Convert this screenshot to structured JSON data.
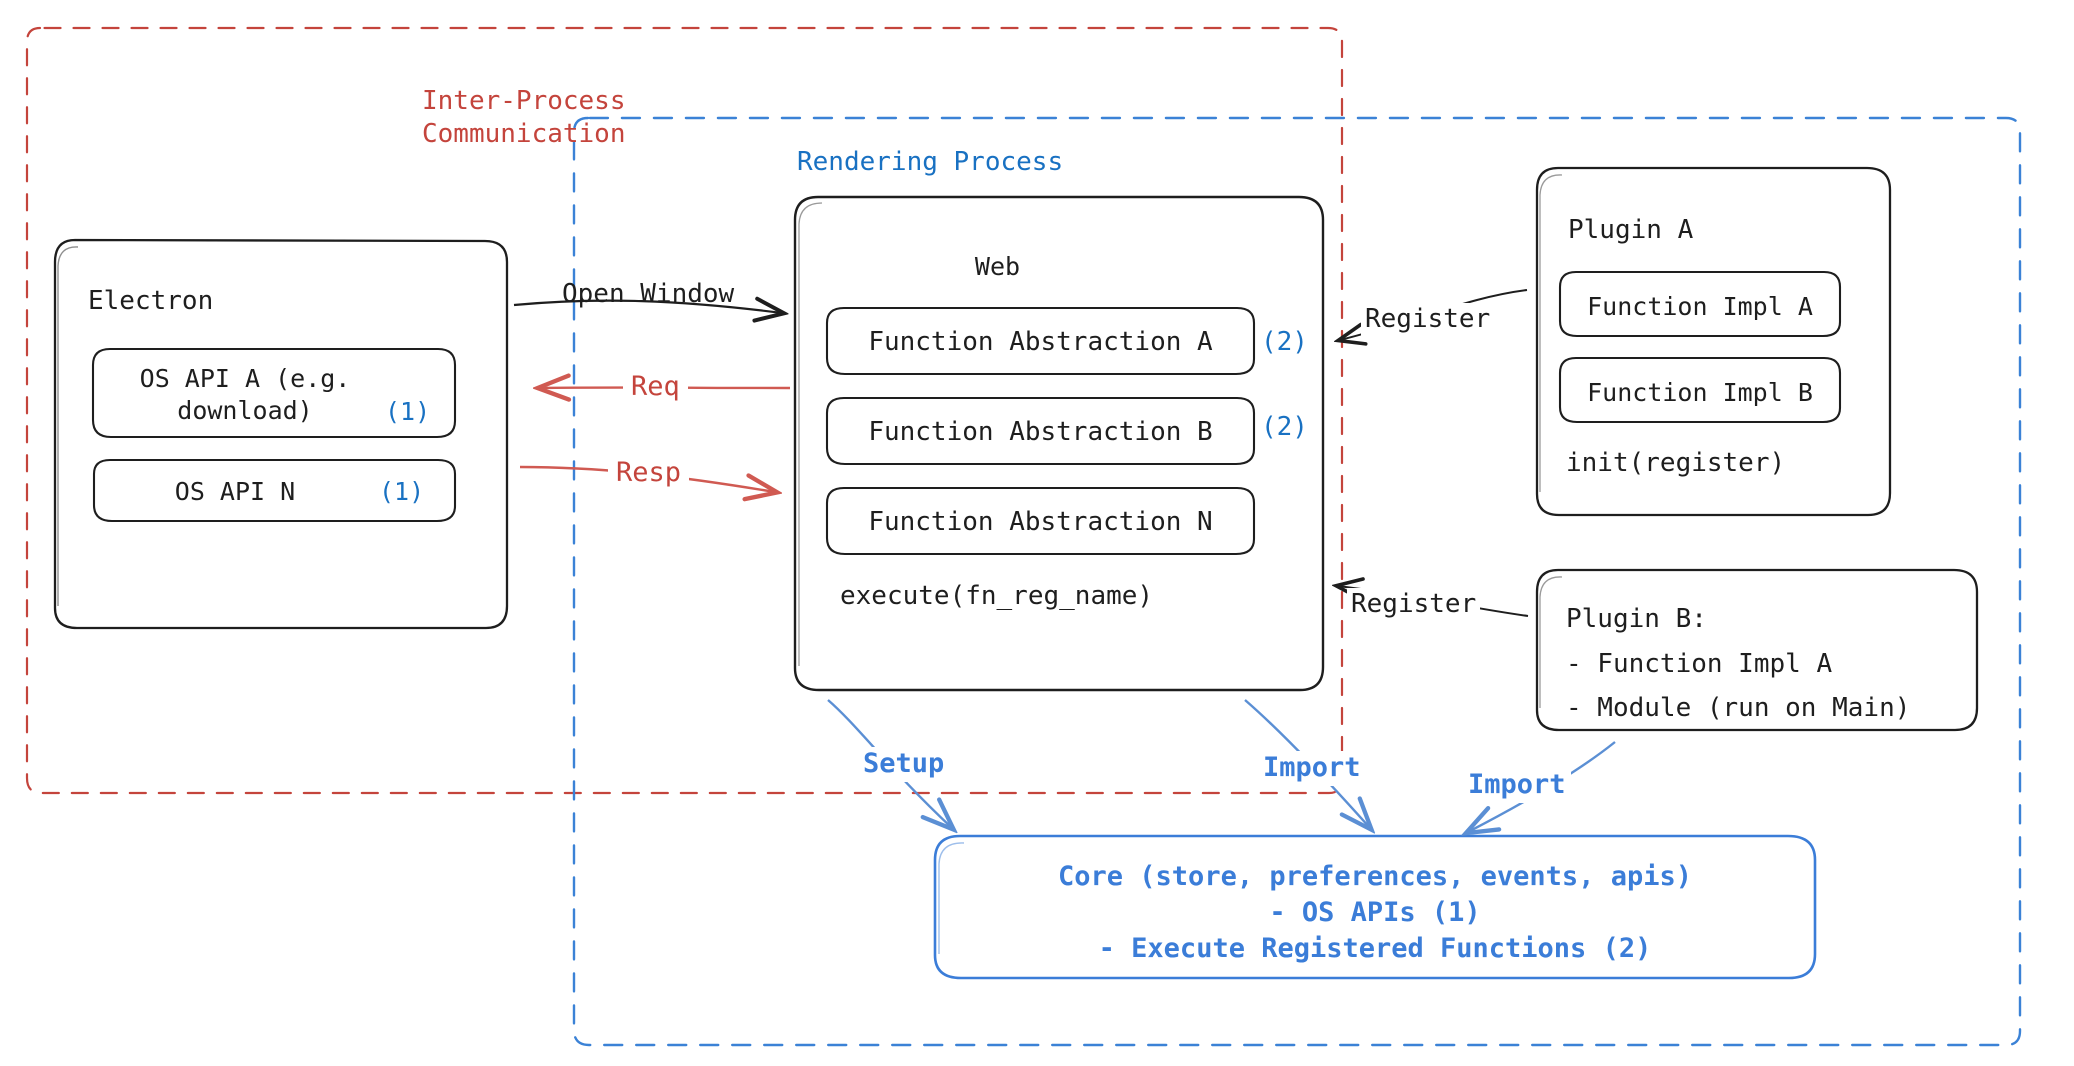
{
  "diagram": {
    "title": "Electron plugin architecture",
    "colors": {
      "ink": "#1e1e1e",
      "red": "#c4443c",
      "blue": "#1971c2",
      "core_blue": "#3b7dd8"
    },
    "groups": {
      "ipc": {
        "label": "Inter-Process\nCommunication",
        "style": "dashed",
        "color": "#c4443c"
      },
      "rendering": {
        "label": "Rendering Process",
        "style": "dashed",
        "color": "#1971c2"
      }
    },
    "electron": {
      "title": "Electron",
      "items": [
        {
          "label": "OS API A (e.g.\ndownload)",
          "marker": "(1)"
        },
        {
          "label": "OS API N",
          "marker": "(1)"
        }
      ]
    },
    "web": {
      "title": "Web",
      "items": [
        {
          "label": "Function Abstraction A",
          "marker": "(2)"
        },
        {
          "label": "Function Abstraction B",
          "marker": "(2)"
        },
        {
          "label": "Function Abstraction N",
          "marker": ""
        }
      ],
      "footer": "execute(fn_reg_name)"
    },
    "plugin_a": {
      "title": "Plugin A",
      "items": [
        {
          "label": "Function Impl A"
        },
        {
          "label": "Function Impl B"
        }
      ],
      "footer": "init(register)"
    },
    "plugin_b": {
      "title": "Plugin B:",
      "lines": [
        "- Function Impl A",
        "- Module (run on Main)"
      ]
    },
    "core": {
      "lines": [
        "Core (store, preferences, events, apis)",
        "- OS APIs (1)",
        "- Execute Registered Functions (2)"
      ]
    },
    "arrows": [
      {
        "label": "Open Window",
        "color": "#1e1e1e",
        "from": "electron",
        "to": "web"
      },
      {
        "label": "Req",
        "color": "#c4443c",
        "from": "web",
        "to": "electron"
      },
      {
        "label": "Resp",
        "color": "#c4443c",
        "from": "electron",
        "to": "web"
      },
      {
        "label": "Register",
        "color": "#1e1e1e",
        "from": "plugin-a",
        "to": "web"
      },
      {
        "label": "Register",
        "color": "#1e1e1e",
        "from": "plugin-b",
        "to": "web"
      },
      {
        "label": "Setup",
        "color": "#3b7dd8",
        "from": "web",
        "to": "core"
      },
      {
        "label": "Import",
        "color": "#3b7dd8",
        "from": "web",
        "to": "core"
      },
      {
        "label": "Import",
        "color": "#3b7dd8",
        "from": "plugin-b",
        "to": "core"
      }
    ]
  }
}
